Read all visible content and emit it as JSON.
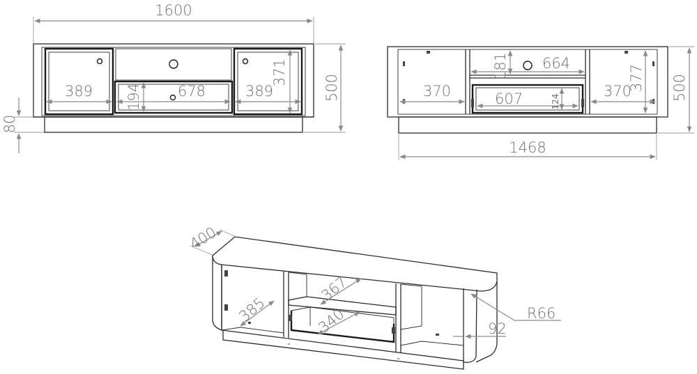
{
  "front_view": {
    "overall_width": "1600",
    "height": "500",
    "plinth_height": "80",
    "door_left_width": "389",
    "drawer_width": "678",
    "door_right_width": "389",
    "door_height": "371",
    "drawer_height": "194"
  },
  "interior_view": {
    "carcass_width": "1468",
    "height": "500",
    "left_compartment_width": "370",
    "right_compartment_width": "370",
    "shelf_width": "664",
    "shelf_height": "181",
    "drawer_inner_width": "607",
    "drawer_inner_height": "124",
    "right_compartment_height": "377"
  },
  "perspective_view": {
    "depth": "400",
    "left_compartment_depth": "385",
    "shelf_depth": "367",
    "drawer_depth": "340",
    "corner_radius": "R66",
    "side_offset": "92"
  },
  "colors": {
    "outline": "#2b2b2b",
    "dimension_line": "#8a8a8a",
    "label": "#707070"
  }
}
